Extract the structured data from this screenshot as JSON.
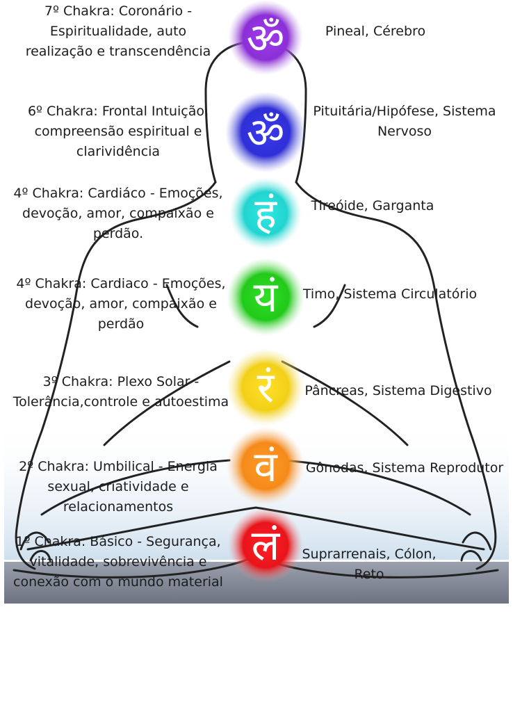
{
  "chakras": [
    {
      "name": "crown",
      "label": "7º Chakra: Coronário -\nEspiritualidade, auto\nrealização e transcendência",
      "organs": "Pineal, Cérebro",
      "color": "#8b2fd6",
      "glyph": "ॐ"
    },
    {
      "name": "third-eye",
      "label": "6º Chakra: Frontal Intuição,\ncompreensão espiritual e\nclarividência",
      "organs": "Pituitária/Hipófese, Sistema\nNervoso",
      "color": "#2f2fd6",
      "glyph": "ॐ"
    },
    {
      "name": "throat",
      "label": "4º Chakra: Cardiáco - Emoções,\ndevoção, amor, compaixão e\nperdão.",
      "organs": "Tireóide, Garganta",
      "color": "#22d4d0",
      "glyph": "हं"
    },
    {
      "name": "heart",
      "label": "4º Chakra: Cardiaco - Emoções,\ndevoção, amor, compaixão e\nperdão",
      "organs": "Timo, Sistema Circulatório",
      "color": "#22c91a",
      "glyph": "यं"
    },
    {
      "name": "solar-plexus",
      "label": "3º Chakra: Plexo Solar -\nTolerância,controle e autoestima",
      "organs": "Pâncreas, Sistema Digestivo",
      "color": "#f2d018",
      "glyph": "रं"
    },
    {
      "name": "sacral",
      "label": "2º Chakra: Umbilical - Energia\nsexual, criatividade e\nrelacionamentos",
      "organs": "Gônodas, Sistema Reprodutor",
      "color": "#f58a1a",
      "glyph": "वं"
    },
    {
      "name": "root",
      "label": "1º Chakra: Básico - Segurança,\nvitalidade, sobrevivência e\nconexão com o mundo material",
      "organs": "Suprarrenais, Cólon,\nReto",
      "color": "#e8141a",
      "glyph": "लं"
    }
  ]
}
